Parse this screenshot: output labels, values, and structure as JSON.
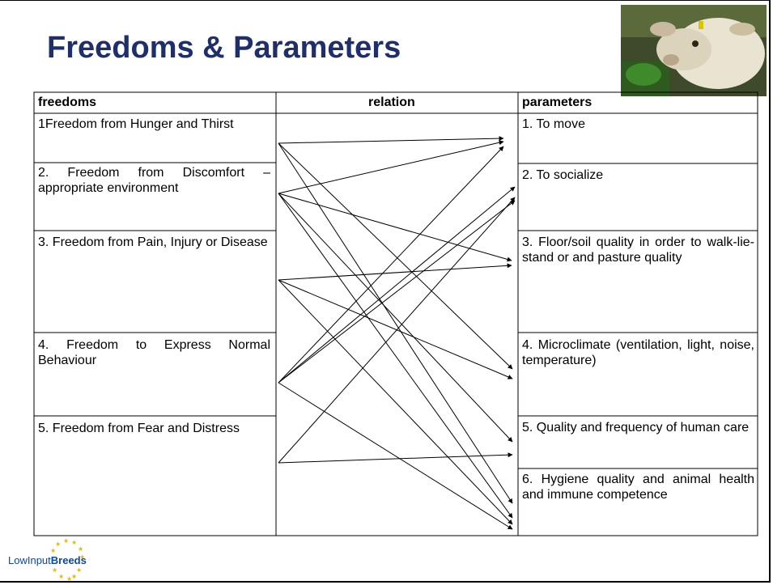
{
  "title": "Freedoms & Parameters",
  "table": {
    "headers": {
      "freedoms": "freedoms",
      "relation": "relation",
      "parameters": "parameters"
    },
    "freedoms": [
      "1Freedom from Hunger and Thirst",
      "2. Freedom from Discomfort – appropriate environment",
      "3. Freedom from Pain, Injury or Disease",
      "4. Freedom to Express Normal Behaviour",
      "5. Freedom from Fear and Distress"
    ],
    "parameters": [
      "1. To move",
      "2. To socialize",
      "3. Floor/soil quality in order to walk-lie-stand or and pasture quality",
      "4. Microclimate (ventilation, light, noise, temperature)",
      "5. Quality and frequency of human care",
      "6. Hygiene quality and animal health and immune competence"
    ]
  },
  "relations": [
    {
      "from": 1,
      "to": 1
    },
    {
      "from": 1,
      "to": 4
    },
    {
      "from": 1,
      "to": 6
    },
    {
      "from": 2,
      "to": 1
    },
    {
      "from": 2,
      "to": 3
    },
    {
      "from": 2,
      "to": 5
    },
    {
      "from": 2,
      "to": 6
    },
    {
      "from": 3,
      "to": 3
    },
    {
      "from": 3,
      "to": 4
    },
    {
      "from": 3,
      "to": 6
    },
    {
      "from": 4,
      "to": 1
    },
    {
      "from": 4,
      "to": 2
    },
    {
      "from": 4,
      "to": 2
    },
    {
      "from": 4,
      "to": 6
    },
    {
      "from": 5,
      "to": 2
    },
    {
      "from": 5,
      "to": 5
    }
  ],
  "logo": {
    "part1": "LowInput",
    "part2": "Breeds"
  },
  "colors": {
    "title": "#1f2f6b",
    "logo_blue": "#0d47a1",
    "logo_star": "#f4b400"
  }
}
